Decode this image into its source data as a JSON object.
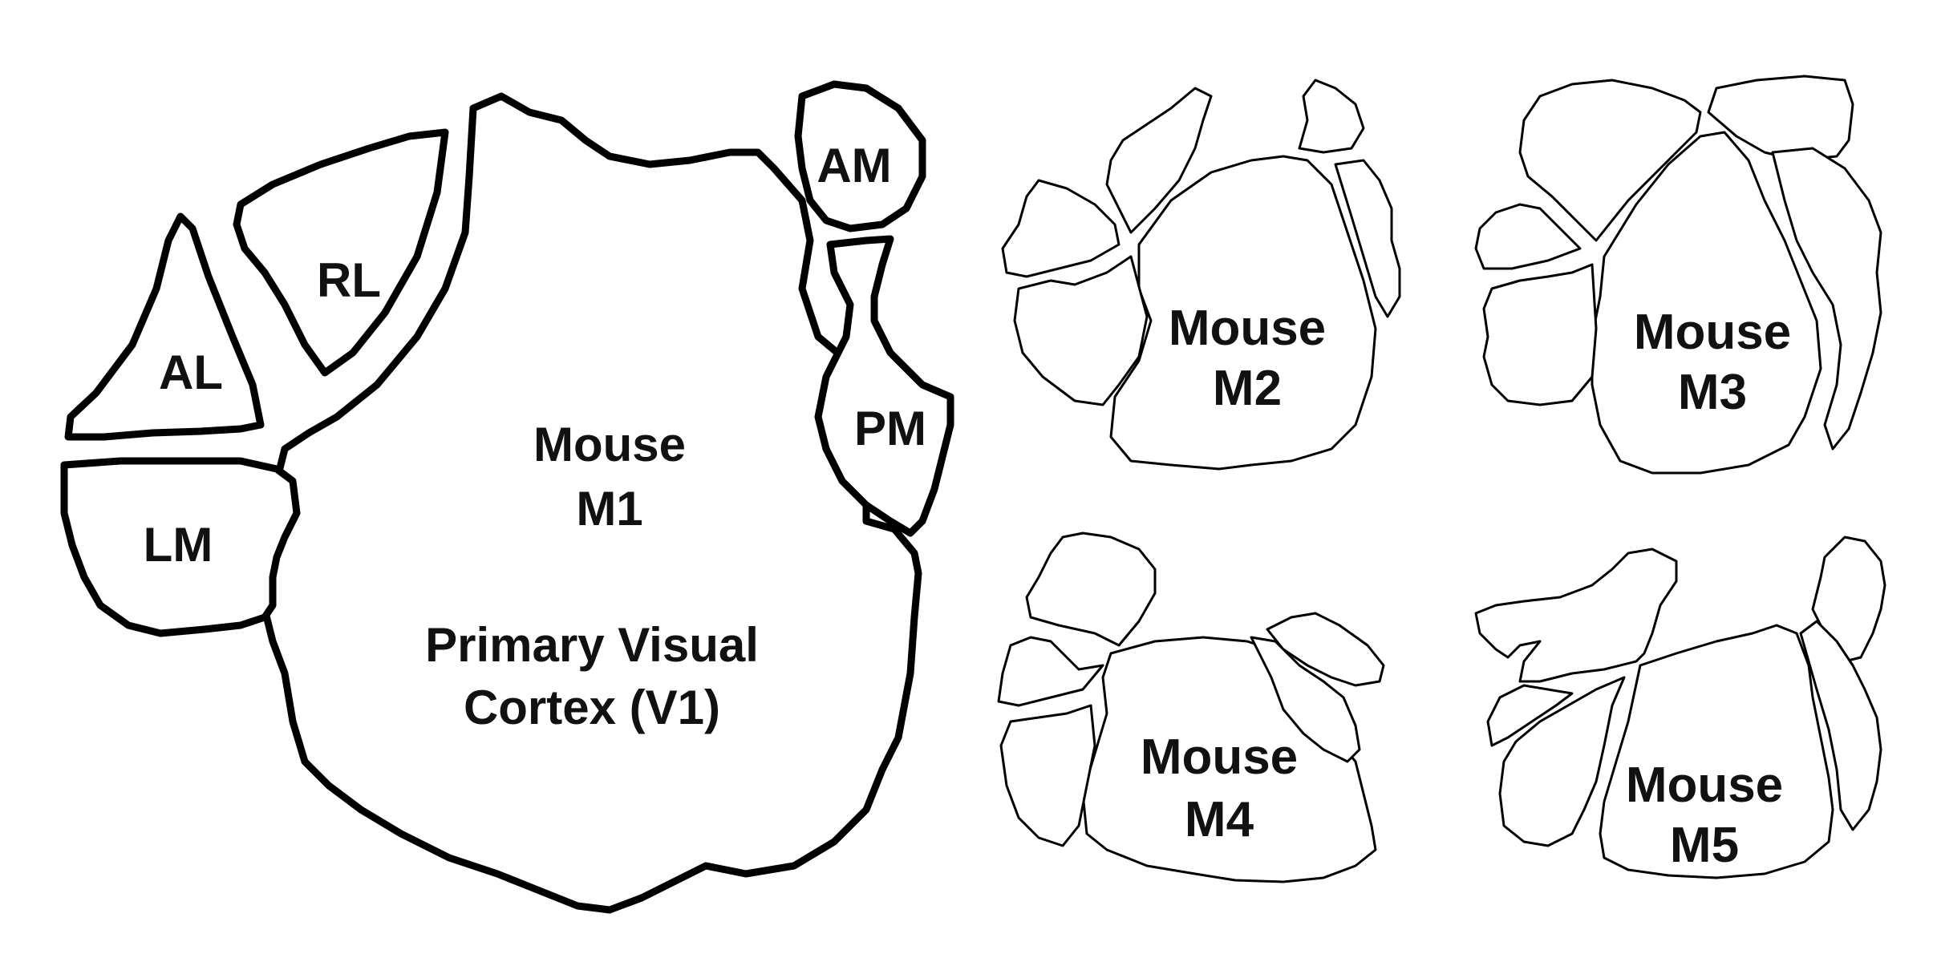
{
  "main_map": {
    "v1_label_line1": "Mouse",
    "v1_label_line2": "M1",
    "v1_name_line1": "Primary Visual",
    "v1_name_line2": "Cortex (V1)",
    "areas": {
      "al": "AL",
      "rl": "RL",
      "lm": "LM",
      "am": "AM",
      "pm": "PM"
    }
  },
  "small_maps": [
    {
      "line1": "Mouse",
      "line2": "M2"
    },
    {
      "line1": "Mouse",
      "line2": "M3"
    },
    {
      "line1": "Mouse",
      "line2": "M4"
    },
    {
      "line1": "Mouse",
      "line2": "M5"
    }
  ],
  "colors": {
    "outline": "#000000",
    "fill": "#ffffff",
    "text": "#111111"
  }
}
